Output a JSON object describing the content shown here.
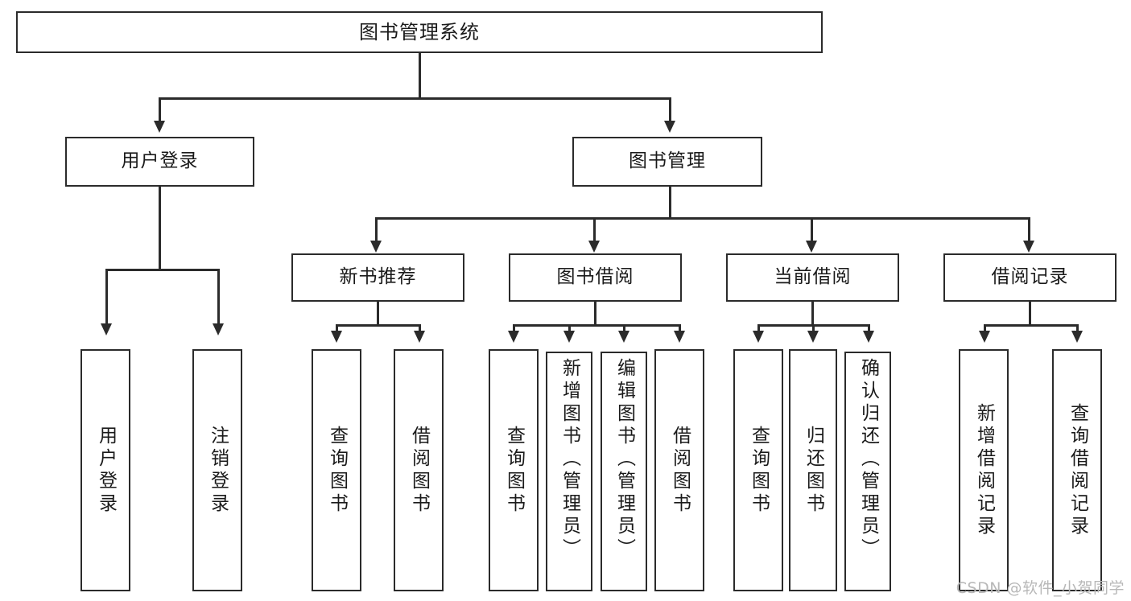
{
  "diagram": {
    "type": "tree-hierarchy",
    "title": "图书管理系统",
    "levels": 4,
    "root": {
      "label": "图书管理系统"
    },
    "level2": [
      {
        "id": "user-login",
        "label": "用户登录"
      },
      {
        "id": "book-manage",
        "label": "图书管理"
      }
    ],
    "level3": [
      {
        "id": "new-book-recommend",
        "label": "新书推荐"
      },
      {
        "id": "book-borrow",
        "label": "图书借阅"
      },
      {
        "id": "current-borrow",
        "label": "当前借阅"
      },
      {
        "id": "borrow-record",
        "label": "借阅记录"
      }
    ],
    "leaves": {
      "user_login": [
        {
          "id": "leaf-user-login",
          "label": "用户登录"
        },
        {
          "id": "leaf-logout-login",
          "label": "注销登录"
        }
      ],
      "new_book_recommend": [
        {
          "id": "leaf-query-book-1",
          "label": "查询图书"
        },
        {
          "id": "leaf-borrow-book-1",
          "label": "借阅图书"
        }
      ],
      "book_borrow": [
        {
          "id": "leaf-query-book-2",
          "label": "查询图书"
        },
        {
          "id": "leaf-add-book",
          "label": "新增图书（管理员）"
        },
        {
          "id": "leaf-edit-book",
          "label": "编辑图书（管理员）"
        },
        {
          "id": "leaf-borrow-book-2",
          "label": "借阅图书"
        }
      ],
      "current_borrow": [
        {
          "id": "leaf-query-book-3",
          "label": "查询图书"
        },
        {
          "id": "leaf-return-book",
          "label": "归还图书"
        },
        {
          "id": "leaf-confirm-return",
          "label": "确认归还（管理员）"
        }
      ],
      "borrow_record": [
        {
          "id": "leaf-add-record",
          "label": "新增借阅记录"
        },
        {
          "id": "leaf-query-record",
          "label": "查询借阅记录"
        }
      ]
    }
  },
  "watermark": {
    "text": "CSDN @软件_小贺同学"
  },
  "colors": {
    "box_border": "#2b2b2b",
    "box_fill": "#ffffff",
    "text": "#1a1a1a",
    "connector": "#2b2b2b",
    "watermark": "#b8b8b8",
    "background": "#ffffff"
  }
}
